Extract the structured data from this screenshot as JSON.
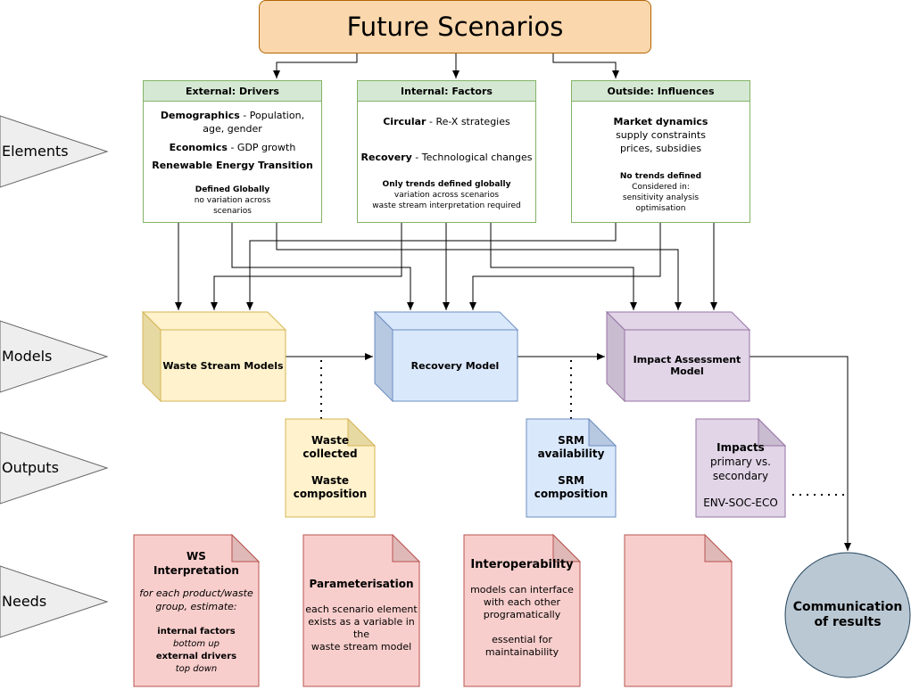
{
  "title": "Future Scenarios",
  "row_labels": {
    "elements": "Elements",
    "models": "Models",
    "outputs": "Outputs",
    "needs": "Needs"
  },
  "elements": {
    "external": {
      "header": "External: Drivers",
      "demographics_bold": "Demographics",
      "demographics_rest": " - Population, age, gender",
      "economics_bold": "Economics",
      "economics_rest": " - GDP growth",
      "renewable": "Renewable Energy Transition",
      "note_bold": "Defined Globally",
      "note_line1": "no variation across",
      "note_line2": "scenarios"
    },
    "internal": {
      "header": "Internal: Factors",
      "circular_bold": "Circular",
      "circular_rest": " - Re-X strategies",
      "recovery_bold": "Recovery",
      "recovery_rest": " - Technological changes",
      "note_bold": "Only trends defined globally",
      "note_line1": "variation across scenarios",
      "note_line2": "waste stream interpretation required"
    },
    "outside": {
      "header": "Outside: Influences",
      "market_bold": "Market dynamics",
      "market_line1": "supply constraints",
      "market_line2": "prices, subsidies",
      "note_bold": "No trends defined",
      "note_line1": "Considered in:",
      "note_line2": "sensitivity analysis",
      "note_line3": "optimisation"
    }
  },
  "models": {
    "waste_stream": "Waste Stream Models",
    "recovery": "Recovery Model",
    "impact_line1": "Impact Assessment",
    "impact_line2": "Model"
  },
  "outputs": {
    "waste": {
      "line1": "Waste",
      "line2": "collected",
      "line3": "Waste",
      "line4": "composition"
    },
    "srm": {
      "line1": "SRM",
      "line2": "availability",
      "line3": "SRM",
      "line4": "composition"
    },
    "impacts": {
      "line1": "Impacts",
      "line2": "primary vs.",
      "line3": "secondary",
      "line4": "ENV-SOC-ECO"
    }
  },
  "needs": {
    "ws": {
      "title1": "WS",
      "title2": "Interpretation",
      "desc1": "for each product/waste",
      "desc2": "group, estimate:",
      "int_bold": "internal factors",
      "int_italic": "bottom up",
      "ext_bold": "external drivers",
      "ext_italic": "top down"
    },
    "param": {
      "title": "Parameterisation",
      "line1": "each scenario element",
      "line2": "exists as a variable in the",
      "line3": "waste stream model"
    },
    "interop": {
      "title": "Interoperability",
      "line1": "models can interface",
      "line2": "with each other",
      "line3": "programatically",
      "line4": "essential for",
      "line5": "maintainability"
    }
  },
  "communication": {
    "line1": "Communication",
    "line2": "of results"
  },
  "colors": {
    "title_fill": "#fad7ac",
    "green_header": "#d5e8d4",
    "yellow": "#fff2cc",
    "blue": "#dae8fc",
    "purple": "#e1d5e7",
    "red": "#f8cecc",
    "grey_circle": "#bac8d3"
  }
}
